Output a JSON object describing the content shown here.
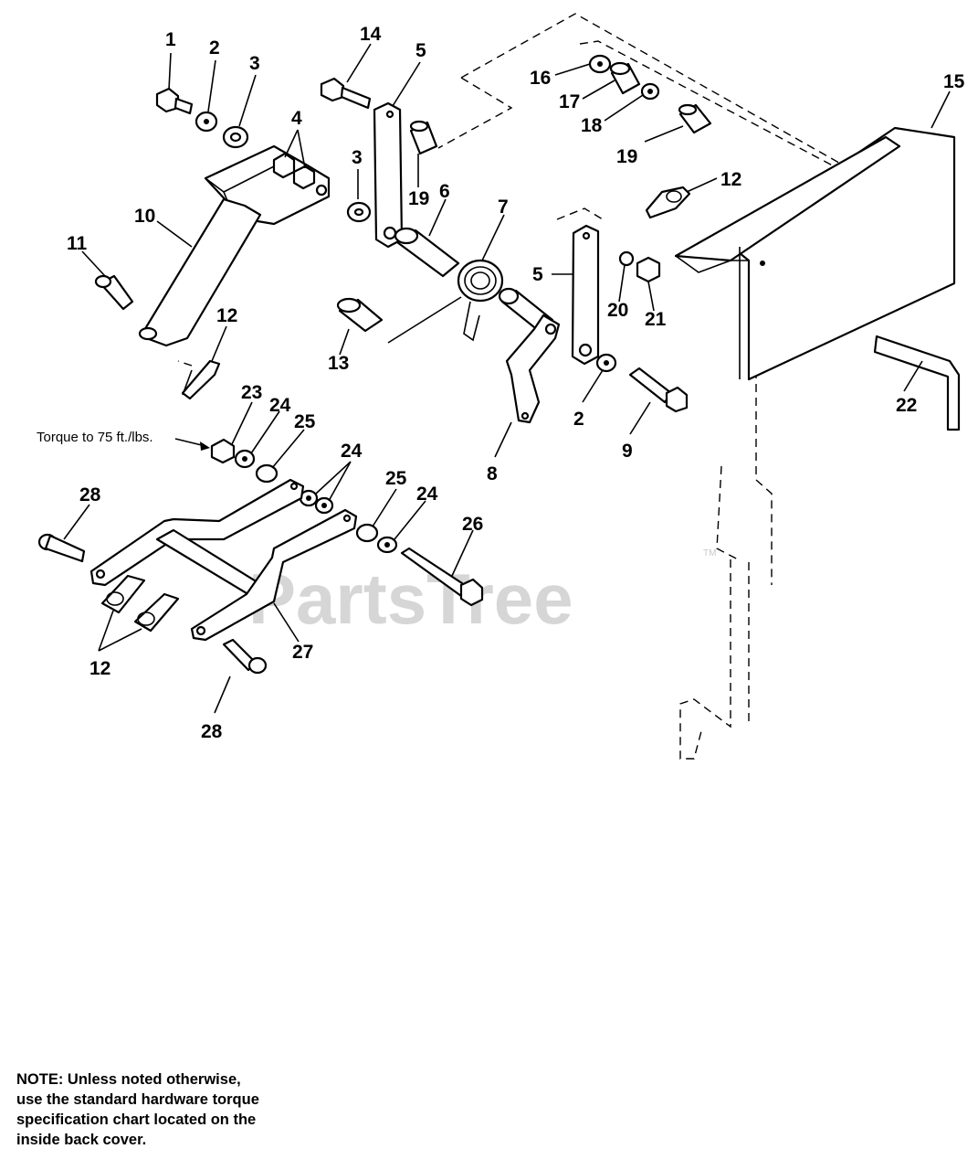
{
  "callouts": {
    "c1": "1",
    "c2a": "2",
    "c3a": "3",
    "c4": "4",
    "c14": "14",
    "c5a": "5",
    "c16": "16",
    "c17": "17",
    "c18": "18",
    "c19a": "19",
    "c15": "15",
    "c3b": "3",
    "c19b": "19",
    "c6": "6",
    "c7": "7",
    "c12a": "12",
    "c10": "10",
    "c11": "11",
    "c12b": "12",
    "c13": "13",
    "c5b": "5",
    "c20": "20",
    "c21": "21",
    "c2b": "2",
    "c8": "8",
    "c9": "9",
    "c22": "22",
    "c23": "23",
    "c24a": "24",
    "c25a": "25",
    "c24b": "24",
    "c28a": "28",
    "c25b": "25",
    "c24c": "24",
    "c26": "26",
    "c12c": "12",
    "c27": "27",
    "c28b": "28"
  },
  "torque_note": "Torque to 75 ft./lbs.",
  "watermark": "PartsTree",
  "trademark": "TM",
  "note_lines": [
    "NOTE: Unless noted otherwise,",
    "use the standard hardware torque",
    "specification chart located on the",
    "inside back cover."
  ]
}
